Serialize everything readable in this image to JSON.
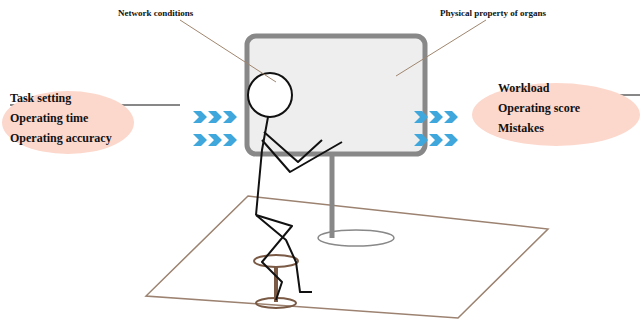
{
  "diagram": {
    "nodes": [
      {
        "text": [
          "Task setting",
          "Operating time",
          "Operating accuracy"
        ]
      },
      {
        "text": [
          "Workload",
          "Operating score",
          "Mistakes"
        ]
      }
    ],
    "labels": [
      "Network conditions",
      "Physical property of organs"
    ]
  }
}
